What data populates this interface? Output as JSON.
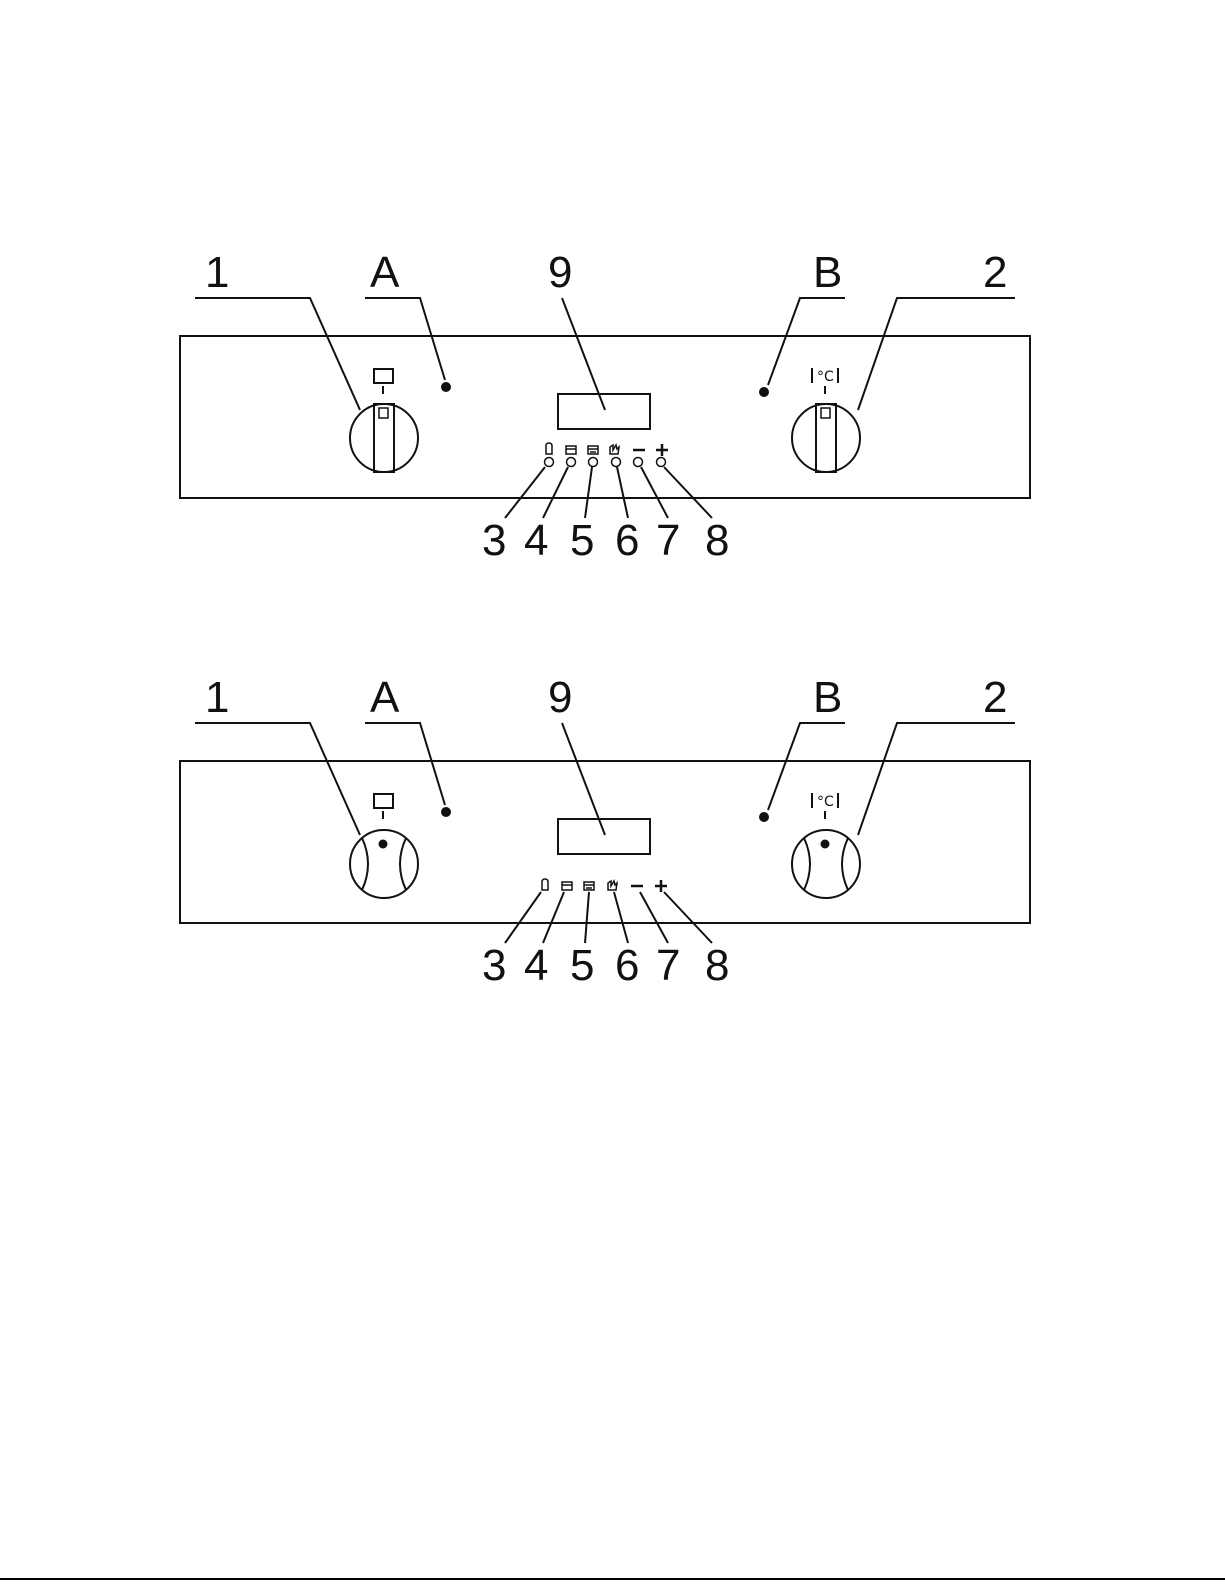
{
  "callouts": {
    "mode_knob": "1",
    "temp_knob": "2",
    "btn_3": "3",
    "btn_4": "4",
    "btn_5": "5",
    "btn_6": "6",
    "btn_7": "7",
    "btn_8": "8",
    "display": "9",
    "indicator_a": "A",
    "indicator_b": "B"
  },
  "symbols": {
    "temperature": "°C",
    "minus": "−",
    "plus": "+"
  },
  "icons": [
    "bell-icon",
    "pan-icon",
    "oven-cook-icon",
    "hand-clock-icon",
    "minus-icon",
    "plus-icon"
  ],
  "colors": {
    "line": "#111111",
    "background": "#ffffff"
  }
}
